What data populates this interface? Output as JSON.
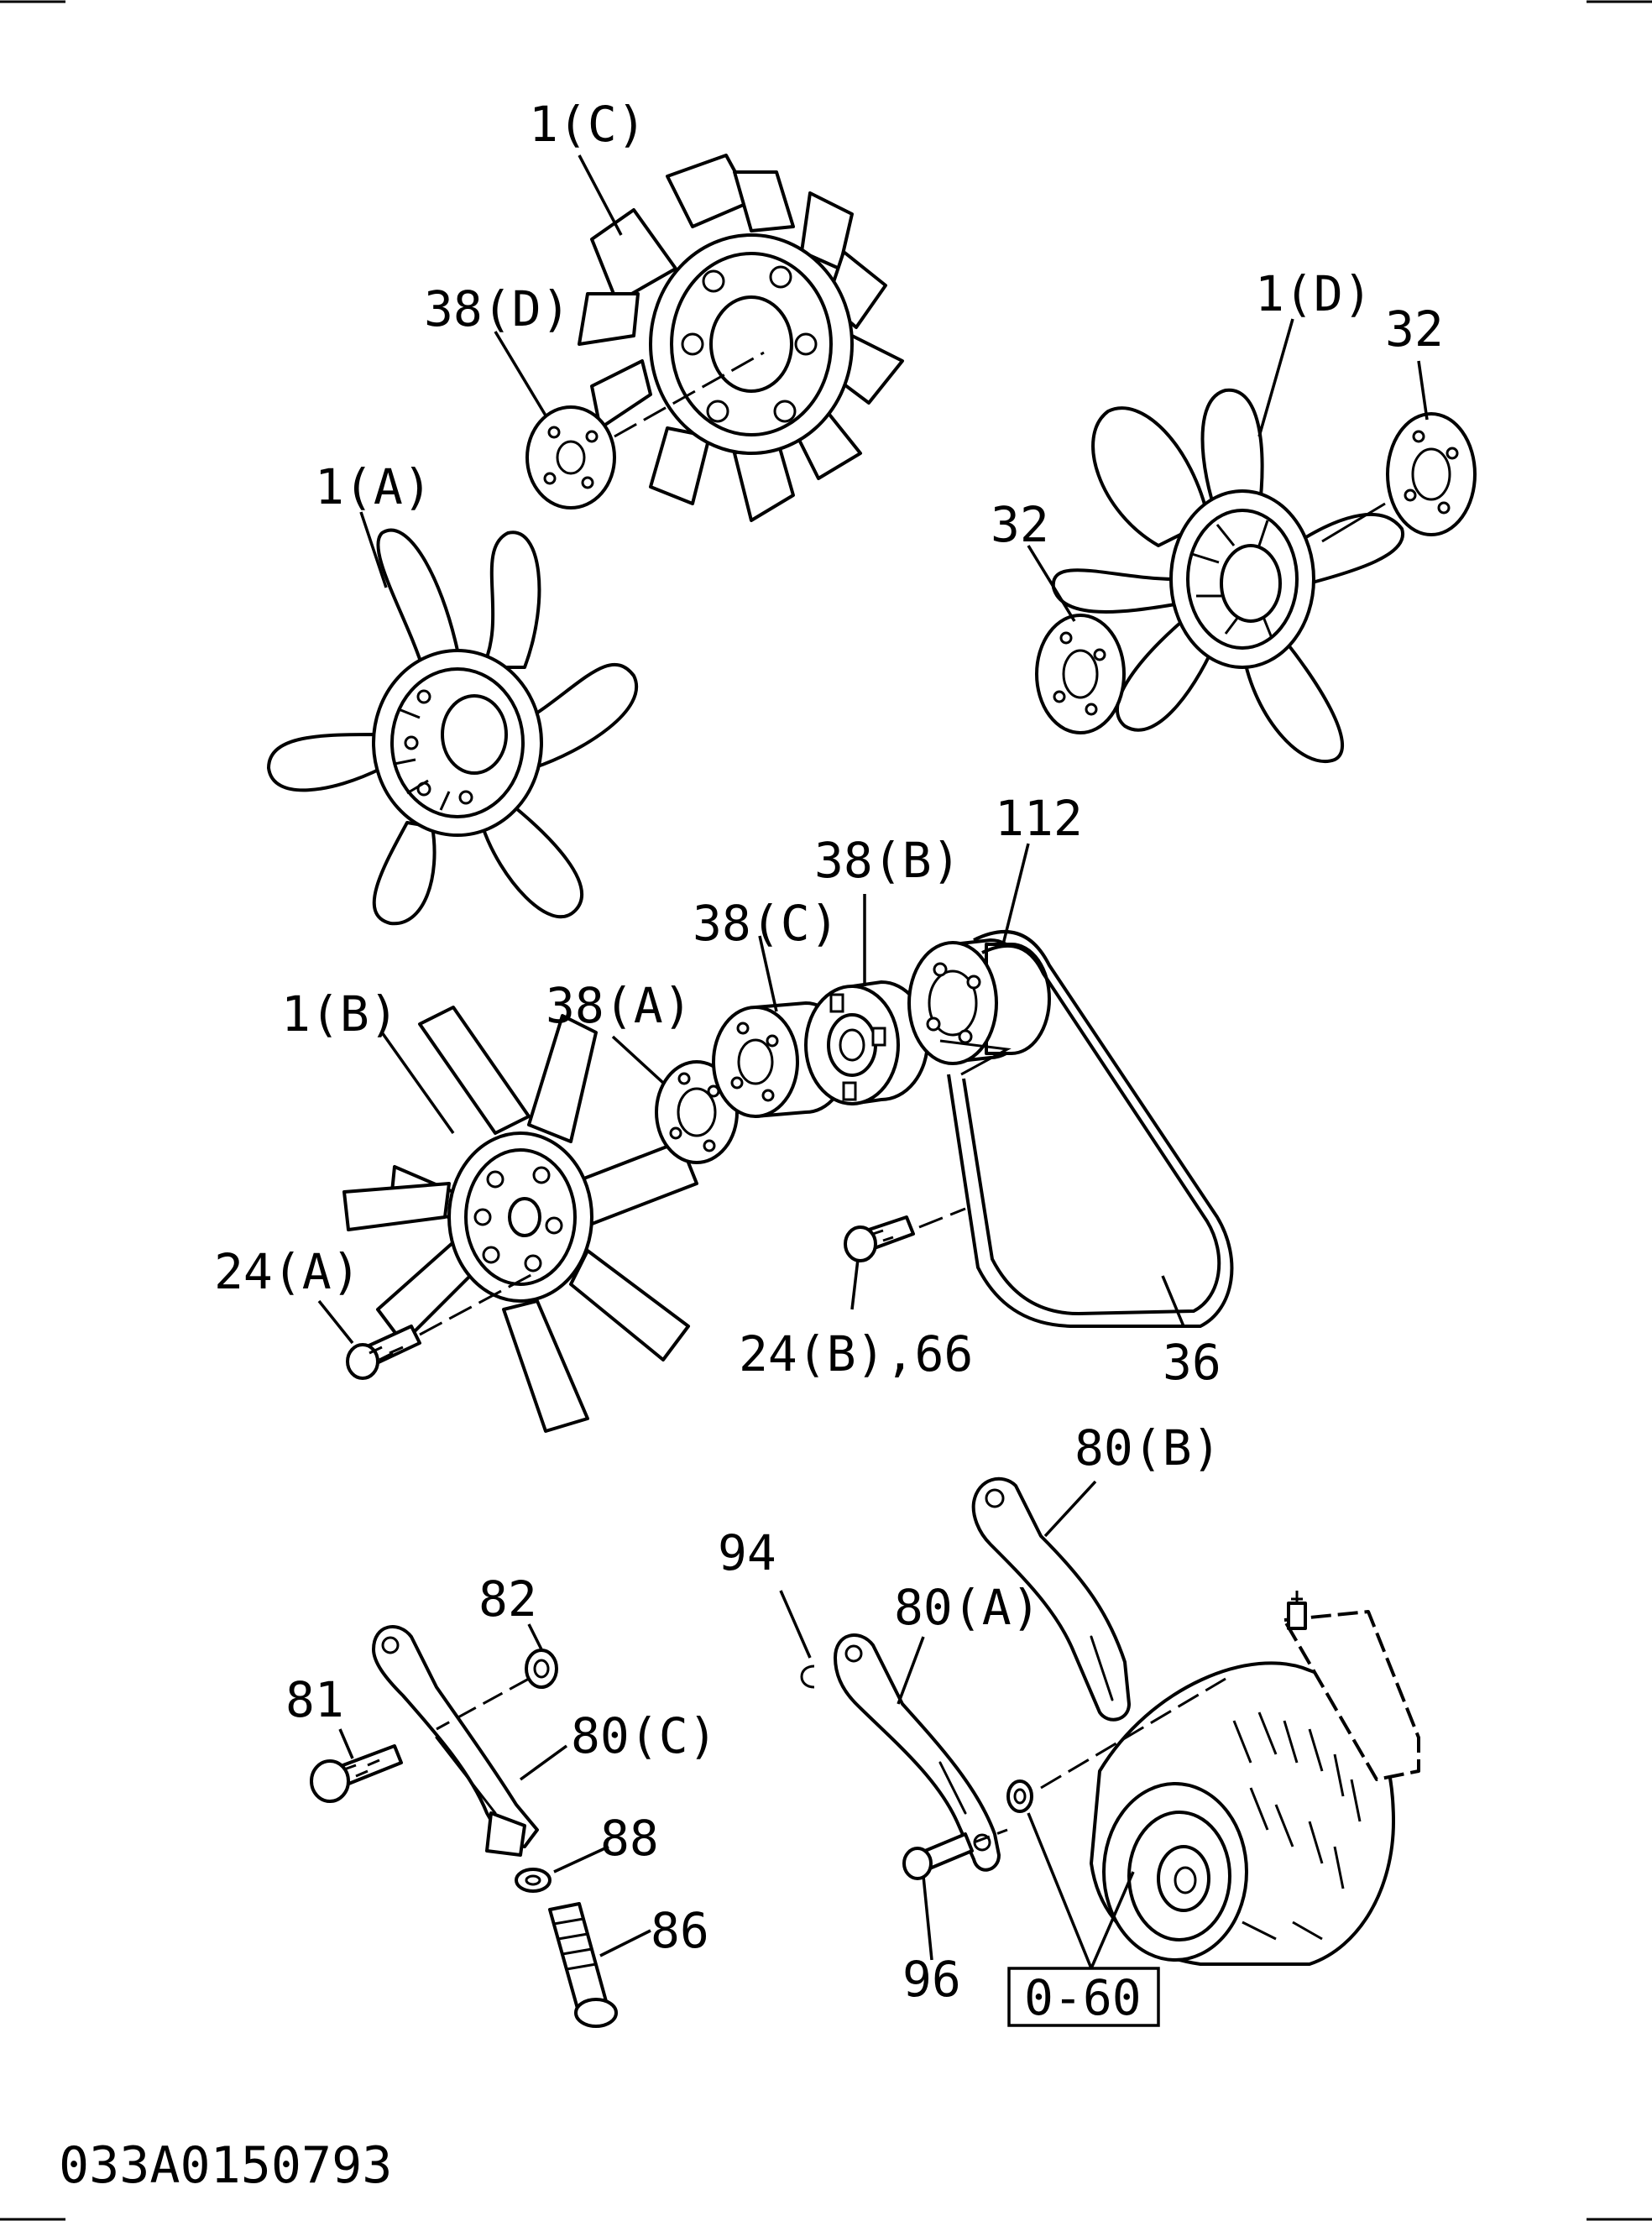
{
  "callouts": {
    "fan_1c": "1(C)",
    "spacer_38d": "38(D)",
    "fan_1d": "1(D)",
    "plate_32_top": "32",
    "fan_1a": "1(A)",
    "plate_32_mid": "32",
    "pulley_112": "112",
    "spacer_38b": "38(B)",
    "spacer_38c": "38(C)",
    "spacer_38a": "38(A)",
    "fan_1b": "1(B)",
    "bolt_24a": "24(A)",
    "bolt_24b_66": "24(B),66",
    "belt_36": "36",
    "bracket_80b": "80(B)",
    "clip_94": "94",
    "bracket_80a": "80(A)",
    "nut_82": "82",
    "bolt_81": "81",
    "bracket_80c": "80(C)",
    "washer_88": "88",
    "bolt_86": "86",
    "bolt_96": "96",
    "ref_box": "0-60"
  },
  "drawing_code": "033A0150793"
}
